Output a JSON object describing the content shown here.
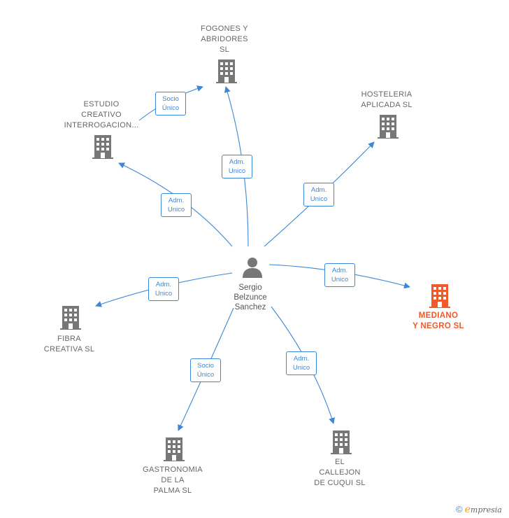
{
  "center": {
    "name": "Sergio\nBelzunce\nSanchez"
  },
  "nodes": [
    {
      "id": "fogones",
      "name": "FOGONES Y\nABRIDORES\nSL",
      "highlight": false
    },
    {
      "id": "estudio",
      "name": "ESTUDIO\nCREATIVO\nINTERROGACION...",
      "highlight": false
    },
    {
      "id": "hosteleria",
      "name": "HOSTELERIA\nAPLICADA  SL",
      "highlight": false
    },
    {
      "id": "mediano",
      "name": "MEDIANO\nY NEGRO  SL",
      "highlight": true
    },
    {
      "id": "fibra",
      "name": "FIBRA\nCREATIVA  SL",
      "highlight": false
    },
    {
      "id": "gastronomia",
      "name": "GASTRONOMIA\nDE LA\nPALMA SL",
      "highlight": false
    },
    {
      "id": "callejon",
      "name": "EL\nCALLEJON\nDE CUQUI  SL",
      "highlight": false
    }
  ],
  "edge_labels": {
    "estudio_fogones": [
      "Socio",
      "Único"
    ],
    "fogones": [
      "Adm.",
      "Unico"
    ],
    "estudio": [
      "Adm.",
      "Unico"
    ],
    "hosteleria": [
      "Adm.",
      "Unico"
    ],
    "mediano": [
      "Adm.",
      "Unico"
    ],
    "fibra": [
      "Adm.",
      "Unico"
    ],
    "gastronomia": [
      "Socio",
      "Único"
    ],
    "callejon": [
      "Adm.",
      "Unico"
    ]
  },
  "colors": {
    "edge": "#3d87d8",
    "building": "#777777",
    "building_highlight": "#ee5a2a",
    "person": "#777777"
  },
  "icons": {
    "company": "building-icon",
    "person": "person-icon"
  },
  "footer": {
    "copyright": "©",
    "brand_initial": "e",
    "brand_rest": "mpresia"
  }
}
